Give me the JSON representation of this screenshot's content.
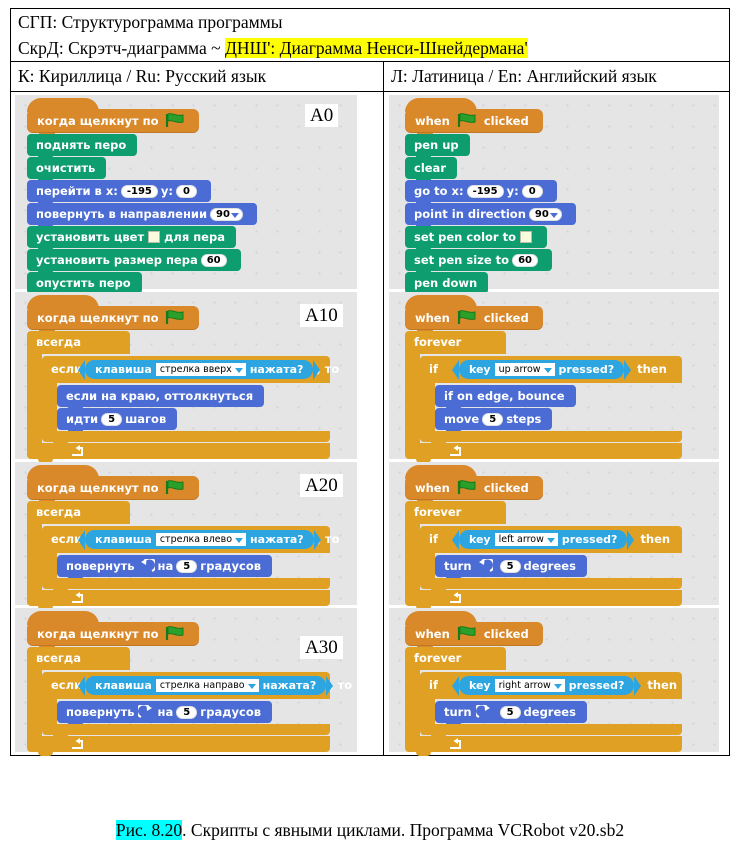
{
  "header": {
    "line1": "СГП: Структурограмма программы",
    "line2_a": "СкрД: Скрэтч-диаграмма ~ ",
    "line2_b": "ДНШ': Диаграмма Ненси-Шнейдермана'",
    "col_left": "К: Кириллица / Ru: Русский язык",
    "col_right": "Л: Латиница / En: Английский язык"
  },
  "labels": {
    "a0": "A0",
    "a10": "A10",
    "a20": "A20",
    "a30": "A30"
  },
  "colors": {
    "hat": "#d9892a",
    "pen": "#0e9d6e",
    "motion": "#4a6cd4",
    "control": "#e0a024",
    "sensing": "#2ca5e0",
    "canvas": "#e5e5e5",
    "highlight_yellow": "#ffff00",
    "highlight_cyan": "#00ffff"
  },
  "ru": {
    "a0": {
      "hat": "когда щелкнут по",
      "blocks": [
        "поднять перо",
        "очистить",
        "перейти в x:",
        "y:",
        "повернуть в направлении",
        "установить цвет",
        "для пера",
        "установить размер пера",
        "опустить перо"
      ],
      "x_value": "-195",
      "y_value": "0",
      "direction_value": "90",
      "pen_size_value": "60"
    },
    "a10": {
      "hat": "когда щелкнут по",
      "forever": "всегда",
      "if": "если",
      "key": "клавиша",
      "key_option": "стрелка вверх",
      "pressed": "нажата?",
      "then": ", то",
      "body1": "если на краю, оттолкнуться",
      "body2_pre": "идти",
      "body2_val": "5",
      "body2_post": "шагов"
    },
    "a20": {
      "hat": "когда щелкнут по",
      "forever": "всегда",
      "if": "если",
      "key": "клавиша",
      "key_option": "стрелка влево",
      "pressed": "нажата?",
      "then": ", то",
      "turn_pre": "повернуть",
      "turn_mid": "на",
      "turn_val": "5",
      "turn_post": "градусов",
      "turn_dir": "ccw"
    },
    "a30": {
      "hat": "когда щелкнут по",
      "forever": "всегда",
      "if": "если",
      "key": "клавиша",
      "key_option": "стрелка направо",
      "pressed": "нажата?",
      "then": ", то",
      "turn_pre": "повернуть",
      "turn_mid": "на",
      "turn_val": "5",
      "turn_post": "градусов",
      "turn_dir": "cw"
    }
  },
  "en": {
    "a0": {
      "hat_pre": "when",
      "hat_post": "clicked",
      "blocks": [
        "pen up",
        "clear",
        "go to x:",
        "y:",
        "point in direction",
        "set pen color to",
        "set pen size to",
        "pen down"
      ],
      "x_value": "-195",
      "y_value": "0",
      "direction_value": "90",
      "pen_size_value": "60"
    },
    "a10": {
      "hat_pre": "when",
      "hat_post": "clicked",
      "forever": "forever",
      "if": "if",
      "key": "key",
      "key_option": "up arrow",
      "pressed": "pressed?",
      "then": "then",
      "body1": "if on edge, bounce",
      "body2_pre": "move",
      "body2_val": "5",
      "body2_post": "steps"
    },
    "a20": {
      "hat_pre": "when",
      "hat_post": "clicked",
      "forever": "forever",
      "if": "if",
      "key": "key",
      "key_option": "left arrow",
      "pressed": "pressed?",
      "then": "then",
      "turn_pre": "turn",
      "turn_val": "5",
      "turn_post": "degrees",
      "turn_dir": "ccw"
    },
    "a30": {
      "hat_pre": "when",
      "hat_post": "clicked",
      "forever": "forever",
      "if": "if",
      "key": "key",
      "key_option": "right arrow",
      "pressed": "pressed?",
      "then": "then",
      "turn_pre": "turn",
      "turn_val": "5",
      "turn_post": "degrees",
      "turn_dir": "cw"
    }
  },
  "caption": {
    "fig": "Рис. 8.20",
    "rest": ". Скрипты с явными циклами. Программа VCRobot v20.sb2"
  }
}
